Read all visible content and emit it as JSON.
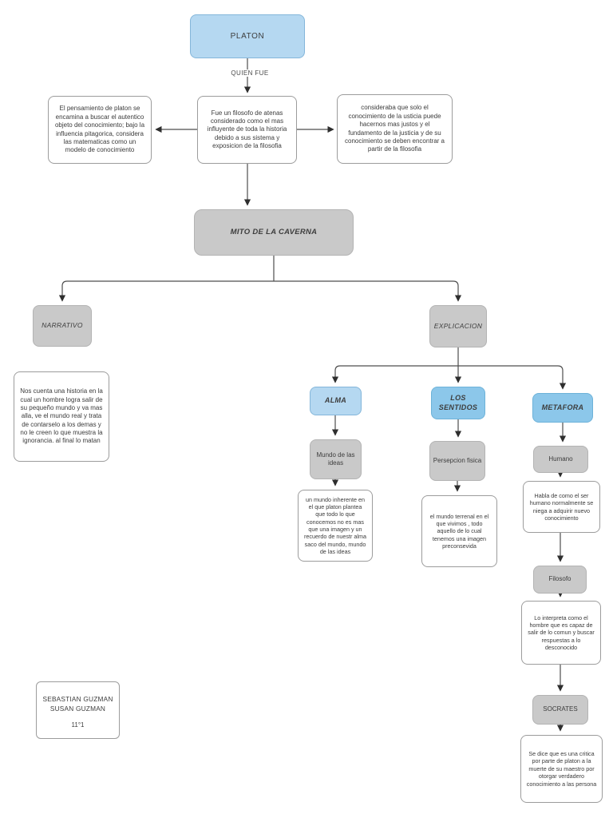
{
  "nodes": {
    "platon": {
      "label": "PLATON"
    },
    "edge_quien_fue": {
      "label": "QUIEN FUE"
    },
    "descripcion": {
      "text": "Fue un filosofo de atenas considerado como el mas influyente de toda la historia debido a sus sistema y exposicion de la filosofia"
    },
    "pensamiento": {
      "text": "El pensamiento de platon se encamina a buscar el autentico objeto del conocimiento; bajo la influencia pitagorica, considera las matematicas como un modelo de conocimiento"
    },
    "justicia": {
      "text": "consideraba que solo el conocimiento de la usticia puede hacernos mas justos y el fundamento de la justicia y de su conocimiento se deben encontrar a partir de la filosofia"
    },
    "mito": {
      "label": "MITO DE LA CAVERNA"
    },
    "narrativo": {
      "label": "NARRATIVO"
    },
    "narrativo_detalle": {
      "text": "Nos cuenta una historia en la cual un hombre logra salir de su pequeño mundo y va mas alla, ve el mundo real y trata de contarselo a los demas y no le creen lo que muestra la ignorancia. al final lo matan"
    },
    "explicacion": {
      "label": "EXPLICACION"
    },
    "alma": {
      "label": "ALMA"
    },
    "mundo_ideas": {
      "label": "Mundo de las ideas"
    },
    "mundo_ideas_detalle": {
      "text": "un mundo inherente en el que platon plantea que todo lo que conocemos no es mas que una imagen y un recuerdo de nuestr alma saco del mundo, mundo de las ideas"
    },
    "sentidos": {
      "label": "LOS SENTIDOS"
    },
    "persepcion": {
      "label": "Persepcion fisica"
    },
    "persepcion_detalle": {
      "text": "el mundo terrenal en el que vivimos , todo aquello de lo cual tenemos una imagen preconsevida"
    },
    "metafora": {
      "label": "METAFORA"
    },
    "humano": {
      "label": "Humano"
    },
    "humano_detalle": {
      "text": "Habla de como el ser humano normalmente se niega a adquirir nuevo conocimiento"
    },
    "filosofo": {
      "label": "Filosofo"
    },
    "filosofo_detalle": {
      "text": "Lo interpreta como el hombre que es capaz de salir de lo comun y buscar respuestas a lo desconocido"
    },
    "socrates": {
      "label": "SOCRATES"
    },
    "socrates_detalle": {
      "text": "Se dice que es una critica por parte de platon a la muerte de su maestro por otorgar verdadero conocimiento a las persona"
    }
  },
  "credits": {
    "author1": "SEBASTIAN GUZMAN",
    "author2": "SUSAN GUZMAN",
    "grade": "11°1"
  },
  "colors": {
    "light_blue_fill": "#b5d8f1",
    "sky_blue_fill": "#8cc7ea",
    "gray_fill": "#c9c9c9",
    "white_fill": "#ffffff",
    "line": "#4d4d4d",
    "arrow": "#2e2e2e",
    "text": "#3d3d3d"
  }
}
